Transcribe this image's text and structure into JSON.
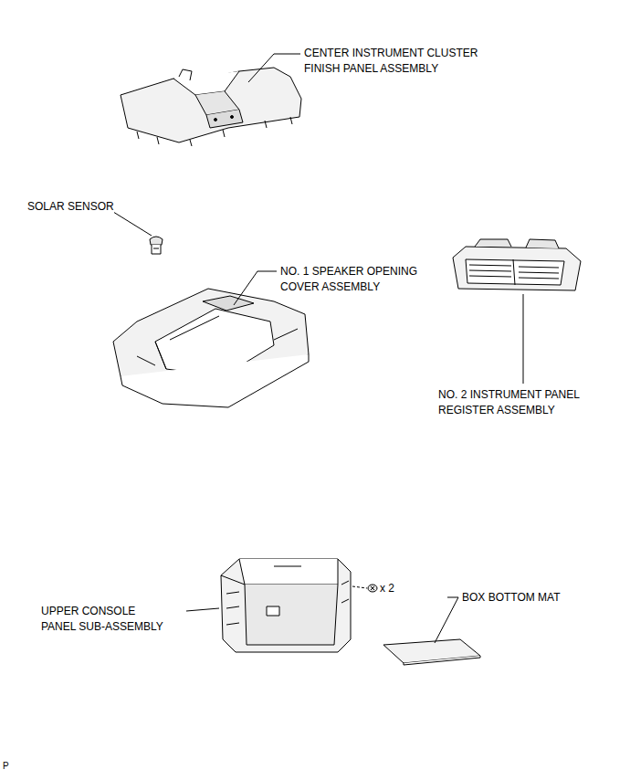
{
  "diagram": {
    "labels": [
      "CENTER INSTRUMENT CLUSTER FINISH PANEL ASSEMBLY",
      "SOLAR SENSOR",
      "NO. 1 SPEAKER OPENING COVER ASSEMBLY",
      "NO. 2 INSTRUMENT PANEL REGISTER ASSEMBLY",
      "UPPER CONSOLE PANEL SUB-ASSEMBLY",
      "x 2",
      "BOX BOTTOM MAT",
      "P"
    ]
  }
}
